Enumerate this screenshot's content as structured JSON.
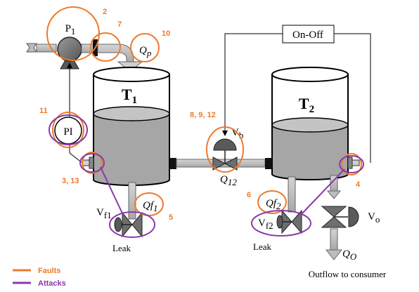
{
  "pump": {
    "label": "P",
    "sub": "1"
  },
  "flow_p": {
    "label": "Q",
    "sub": "p"
  },
  "tank1": {
    "label": "T",
    "sub": "1"
  },
  "tank2": {
    "label": "T",
    "sub": "2"
  },
  "controller": {
    "label": "On-Off"
  },
  "pi": {
    "label": "PI"
  },
  "valve_b": {
    "label": "V",
    "sub": "b"
  },
  "flow_12": {
    "label": "Q",
    "sub": "12"
  },
  "leak_flow_1": {
    "label": "Qf",
    "sub": "1"
  },
  "leak_flow_2": {
    "label": "Qf",
    "sub": "2"
  },
  "valve_1": {
    "label": "V",
    "sub": "f1"
  },
  "valve_2": {
    "label": "V",
    "sub": "f2"
  },
  "valve_o": {
    "label": "V",
    "sub": "o"
  },
  "flow_o": {
    "label": "Q",
    "sub": "O"
  },
  "leak_1": "Leak",
  "leak_2": "Leak",
  "outflow": "Outflow to consumer",
  "numbers": {
    "n2": "2",
    "n7": "7",
    "n10": "10",
    "n11": "11",
    "n3_13": "3, 13",
    "n8_9_12": "8, 9, 12",
    "n5": "5",
    "n6": "6",
    "n4": "4"
  },
  "legend": {
    "faults": "Faults",
    "attacks": "Attacks"
  },
  "colors": {
    "fault": "#ee7a2a",
    "attack": "#8a3aa8",
    "water": "#a6a6a6",
    "pipe": "#bdbdbd"
  }
}
